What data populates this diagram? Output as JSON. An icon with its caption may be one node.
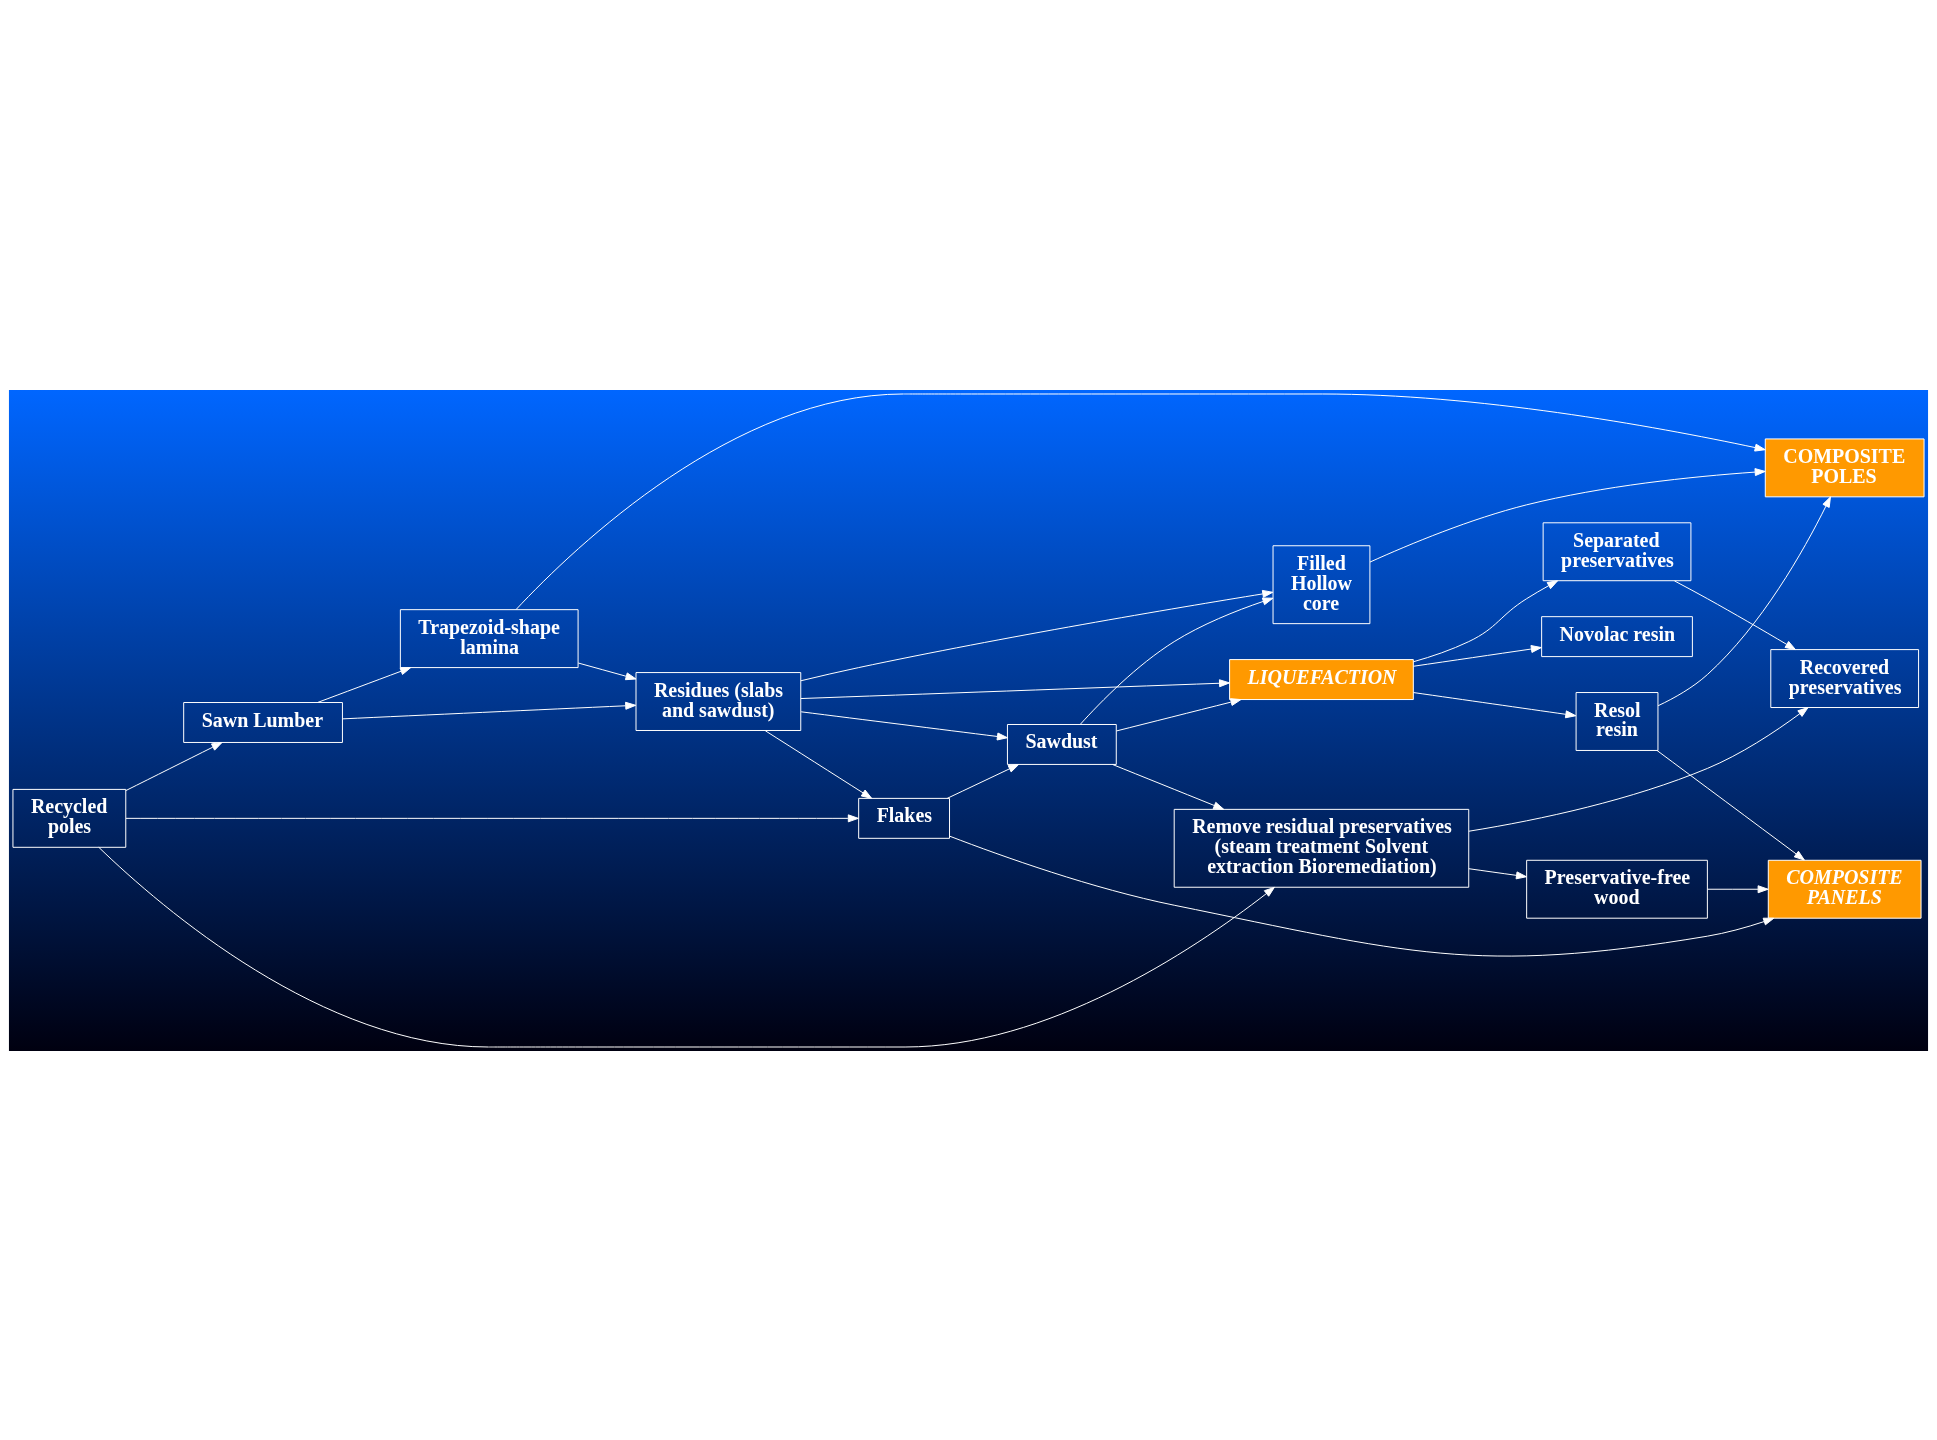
{
  "diagram": {
    "nodes": [
      {
        "text": [
          "Sawn Lumber"
        ]
      },
      {
        "text": [
          "Trapezoid-shape lamina"
        ]
      },
      {
        "text": [
          "COMPOSITE POLES"
        ]
      },
      {
        "text": [
          "Residues (slabs and sawdust)"
        ]
      },
      {
        "text": [
          "Filled Hollow core"
        ]
      },
      {
        "text": [
          "Resol resin"
        ]
      },
      {
        "text": [
          "Recycled poles"
        ]
      },
      {
        "text": [
          "Flakes"
        ]
      },
      {
        "text": [
          "Sawdust"
        ]
      },
      {
        "text": [
          "LIQUEFACTION"
        ]
      },
      {
        "text": [
          "Novolac resin"
        ]
      },
      {
        "text": [
          "Separated preservatives"
        ]
      },
      {
        "text": [
          "Recovered preservatives"
        ]
      },
      {
        "text": [
          "Remove residual preservatives (steam treatment Solvent extraction Bioremediation)"
        ]
      },
      {
        "text": [
          "COMPOSITE PANELS"
        ]
      },
      {
        "text": [
          "Preservative-free wood"
        ]
      }
    ],
    "edges": [
      {
        "from": 0,
        "to": 1,
        "arrow": "to"
      },
      {
        "from": 1,
        "to": 2,
        "arrow": "to"
      },
      {
        "from": 1,
        "to": 3,
        "arrow": "to"
      },
      {
        "from": 0,
        "to": 3,
        "arrow": "to"
      },
      {
        "from": 6,
        "to": 0,
        "arrow": "to"
      },
      {
        "from": 3,
        "to": 4,
        "arrow": "to"
      },
      {
        "from": 4,
        "to": 2,
        "arrow": "to"
      },
      {
        "from": 5,
        "to": 2,
        "arrow": "to"
      },
      {
        "from": 3,
        "to": 9,
        "arrow": "to"
      },
      {
        "from": 3,
        "to": 7,
        "arrow": "to"
      },
      {
        "from": 3,
        "to": 8,
        "arrow": "to"
      },
      {
        "from": 8,
        "to": 4,
        "arrow": "to"
      },
      {
        "from": 6,
        "to": 7,
        "arrow": "to"
      },
      {
        "from": 7,
        "to": 8,
        "arrow": "to"
      },
      {
        "from": 8,
        "to": 9,
        "arrow": "to"
      },
      {
        "from": 9,
        "to": 5,
        "arrow": "to"
      },
      {
        "from": 5,
        "to": 14,
        "arrow": "to"
      },
      {
        "from": 9,
        "to": 10,
        "arrow": "to"
      },
      {
        "from": 9,
        "to": 11,
        "arrow": "to"
      },
      {
        "from": 11,
        "to": 12,
        "arrow": "to"
      },
      {
        "from": 6,
        "to": 13,
        "arrow": "to"
      },
      {
        "from": 8,
        "to": 13,
        "arrow": "to"
      },
      {
        "from": 13,
        "to": 12,
        "arrow": "to"
      },
      {
        "from": 7,
        "to": 14,
        "arrow": "to"
      },
      {
        "from": 13,
        "to": 15,
        "arrow": "to"
      },
      {
        "from": 15,
        "to": 14,
        "arrow": "to"
      }
    ]
  }
}
